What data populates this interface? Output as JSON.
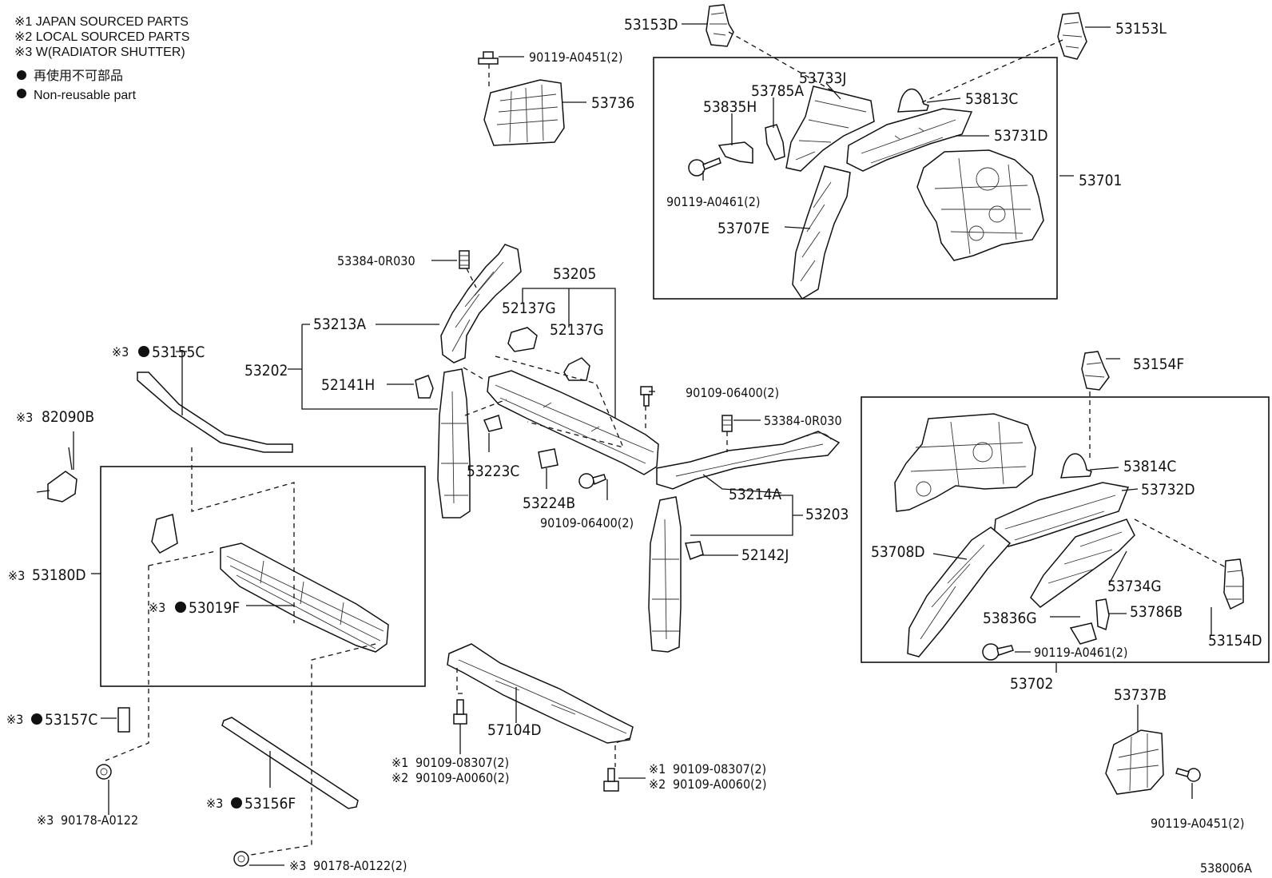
{
  "legend": {
    "note1": "※1 JAPAN SOURCED PARTS",
    "note2": "※2 LOCAL SOURCED PARTS",
    "note3": "※3 W(RADIATOR SHUTTER)",
    "nonreusable_jp": "再使用不可部品",
    "nonreusable_en": "Non-reusable part"
  },
  "diagram_id": "538006A",
  "labels": {
    "p53153D": "53153D",
    "p53153L": "53153L",
    "p90119A0451_top": "90119-A0451(2)",
    "p53736": "53736",
    "p53733J": "53733J",
    "p53785A": "53785A",
    "p53835H": "53835H",
    "p53813C": "53813C",
    "p53731D": "53731D",
    "p53701": "53701",
    "p90119A0461_top": "90119-A0461(2)",
    "p53707E": "53707E",
    "p53384_top": "53384-0R030",
    "p53205": "53205",
    "p52137G_a": "52137G",
    "p52137G_b": "52137G",
    "p53213A": "53213A",
    "p53202": "53202",
    "p52141H": "52141H",
    "p53155C": "53155C",
    "p82090B": "82090B",
    "p90109_06400_a": "90109-06400(2)",
    "p53384_mid": "53384-0R030",
    "p53223C": "53223C",
    "p53224B": "53224B",
    "p90109_06400_b": "90109-06400(2)",
    "p53214A": "53214A",
    "p53203": "53203",
    "p52142J": "52142J",
    "p53180D": "53180D",
    "p53019F": "53019F",
    "p53154F": "53154F",
    "p53814C": "53814C",
    "p53732D": "53732D",
    "p53708D": "53708D",
    "p53734G": "53734G",
    "p53836G": "53836G",
    "p53786B": "53786B",
    "p53154D": "53154D",
    "p90119A0461_bot": "90119-A0461(2)",
    "p53702": "53702",
    "p53737B": "53737B",
    "p53157C": "53157C",
    "p57104D": "57104D",
    "p90109_08307_a": "90109-08307(2)",
    "p90109_A0060_a": "90109-A0060(2)",
    "p90109_08307_b": "90109-08307(2)",
    "p90109_A0060_b": "90109-A0060(2)",
    "p90178_A0122": "90178-A0122",
    "p53156F": "53156F",
    "p90178_A0122_2": "90178-A0122(2)",
    "p90119A0451_bot": "90119-A0451(2)"
  },
  "marks": {
    "m1": "※1",
    "m2": "※2",
    "m3": "※3"
  }
}
